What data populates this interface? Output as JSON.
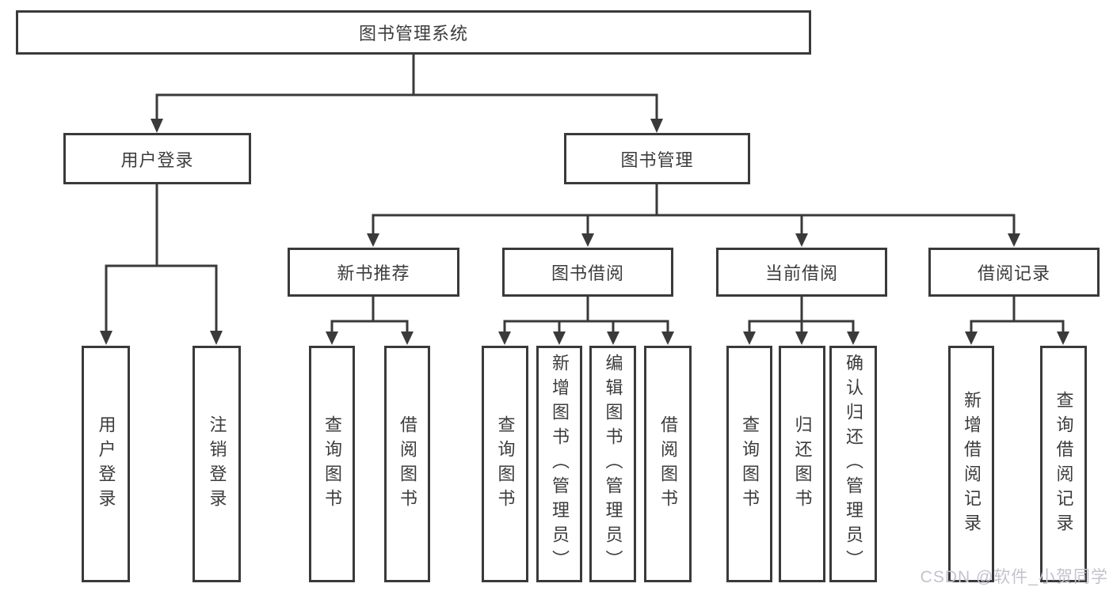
{
  "diagram": {
    "root": {
      "label": "图书管理系统"
    },
    "branches": [
      {
        "label": "用户登录",
        "children": [
          {
            "label": "用户登录"
          },
          {
            "label": "注销登录"
          }
        ]
      },
      {
        "label": "图书管理",
        "children": [
          {
            "label": "新书推荐",
            "children": [
              {
                "label": "查询图书"
              },
              {
                "label": "借阅图书"
              }
            ]
          },
          {
            "label": "图书借阅",
            "children": [
              {
                "label": "查询图书"
              },
              {
                "label": "新增图书（管理员）"
              },
              {
                "label": "编辑图书（管理员）"
              },
              {
                "label": "借阅图书"
              }
            ]
          },
          {
            "label": "当前借阅",
            "children": [
              {
                "label": "查询图书"
              },
              {
                "label": "归还图书"
              },
              {
                "label": "确认归还（管理员）"
              }
            ]
          },
          {
            "label": "借阅记录",
            "children": [
              {
                "label": "新增借阅记录"
              },
              {
                "label": "查询借阅记录"
              }
            ]
          }
        ]
      }
    ]
  },
  "colors": {
    "line": "#3a3a3a",
    "box_border": "#3a3a3a",
    "text": "#3c3c3c",
    "watermark": "#c3c2cf",
    "background": "#ffffff"
  },
  "watermark": {
    "text": "CSDN @软件_小贺同学"
  }
}
